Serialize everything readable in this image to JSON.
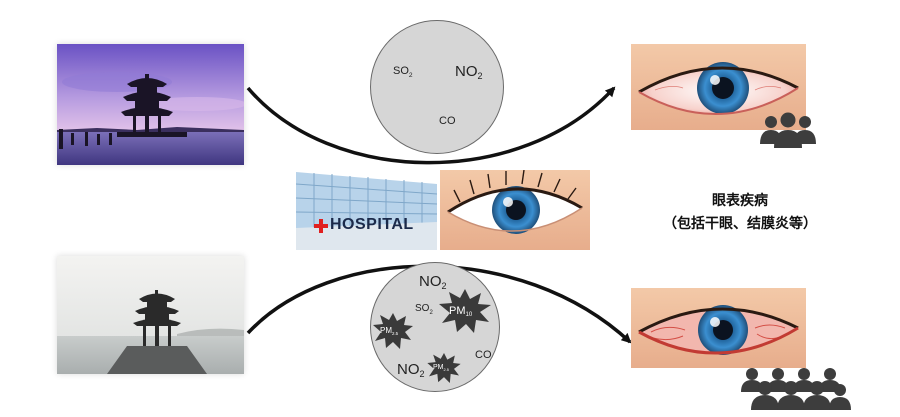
{
  "top_circle": {
    "labels": [
      {
        "id": "so2",
        "base": "SO",
        "sub": "2"
      },
      {
        "id": "no2",
        "base": "NO",
        "sub": "2"
      },
      {
        "id": "co",
        "base": "CO",
        "sub": ""
      }
    ]
  },
  "bottom_circle": {
    "labels": [
      {
        "id": "no2-top",
        "base": "NO",
        "sub": "2"
      },
      {
        "id": "so2",
        "base": "SO",
        "sub": "2"
      },
      {
        "id": "co",
        "base": "CO",
        "sub": ""
      },
      {
        "id": "no2-bottom",
        "base": "NO",
        "sub": "2"
      }
    ],
    "particles": [
      {
        "id": "pm10",
        "base": "PM",
        "sub": "10"
      },
      {
        "id": "pm25-left",
        "base": "PM",
        "sub": "2.5"
      },
      {
        "id": "pm25-bottom",
        "base": "PM",
        "sub": "2.5"
      }
    ]
  },
  "center": {
    "hospital_sign": "HOSPITAL",
    "caption_line1": "眼表疾病",
    "caption_line2": "（包括干眼、结膜炎等）"
  },
  "colors": {
    "circle_fill": "#d6d6d6",
    "burst_fill": "#3a3a3a",
    "arrow": "#111111",
    "people": "#3d3d3d",
    "iris": "#2f7fbf",
    "hospital_red": "#e02020"
  },
  "icons": {
    "top_group": "people-group-icon",
    "bottom_group": "crowd-icon"
  }
}
